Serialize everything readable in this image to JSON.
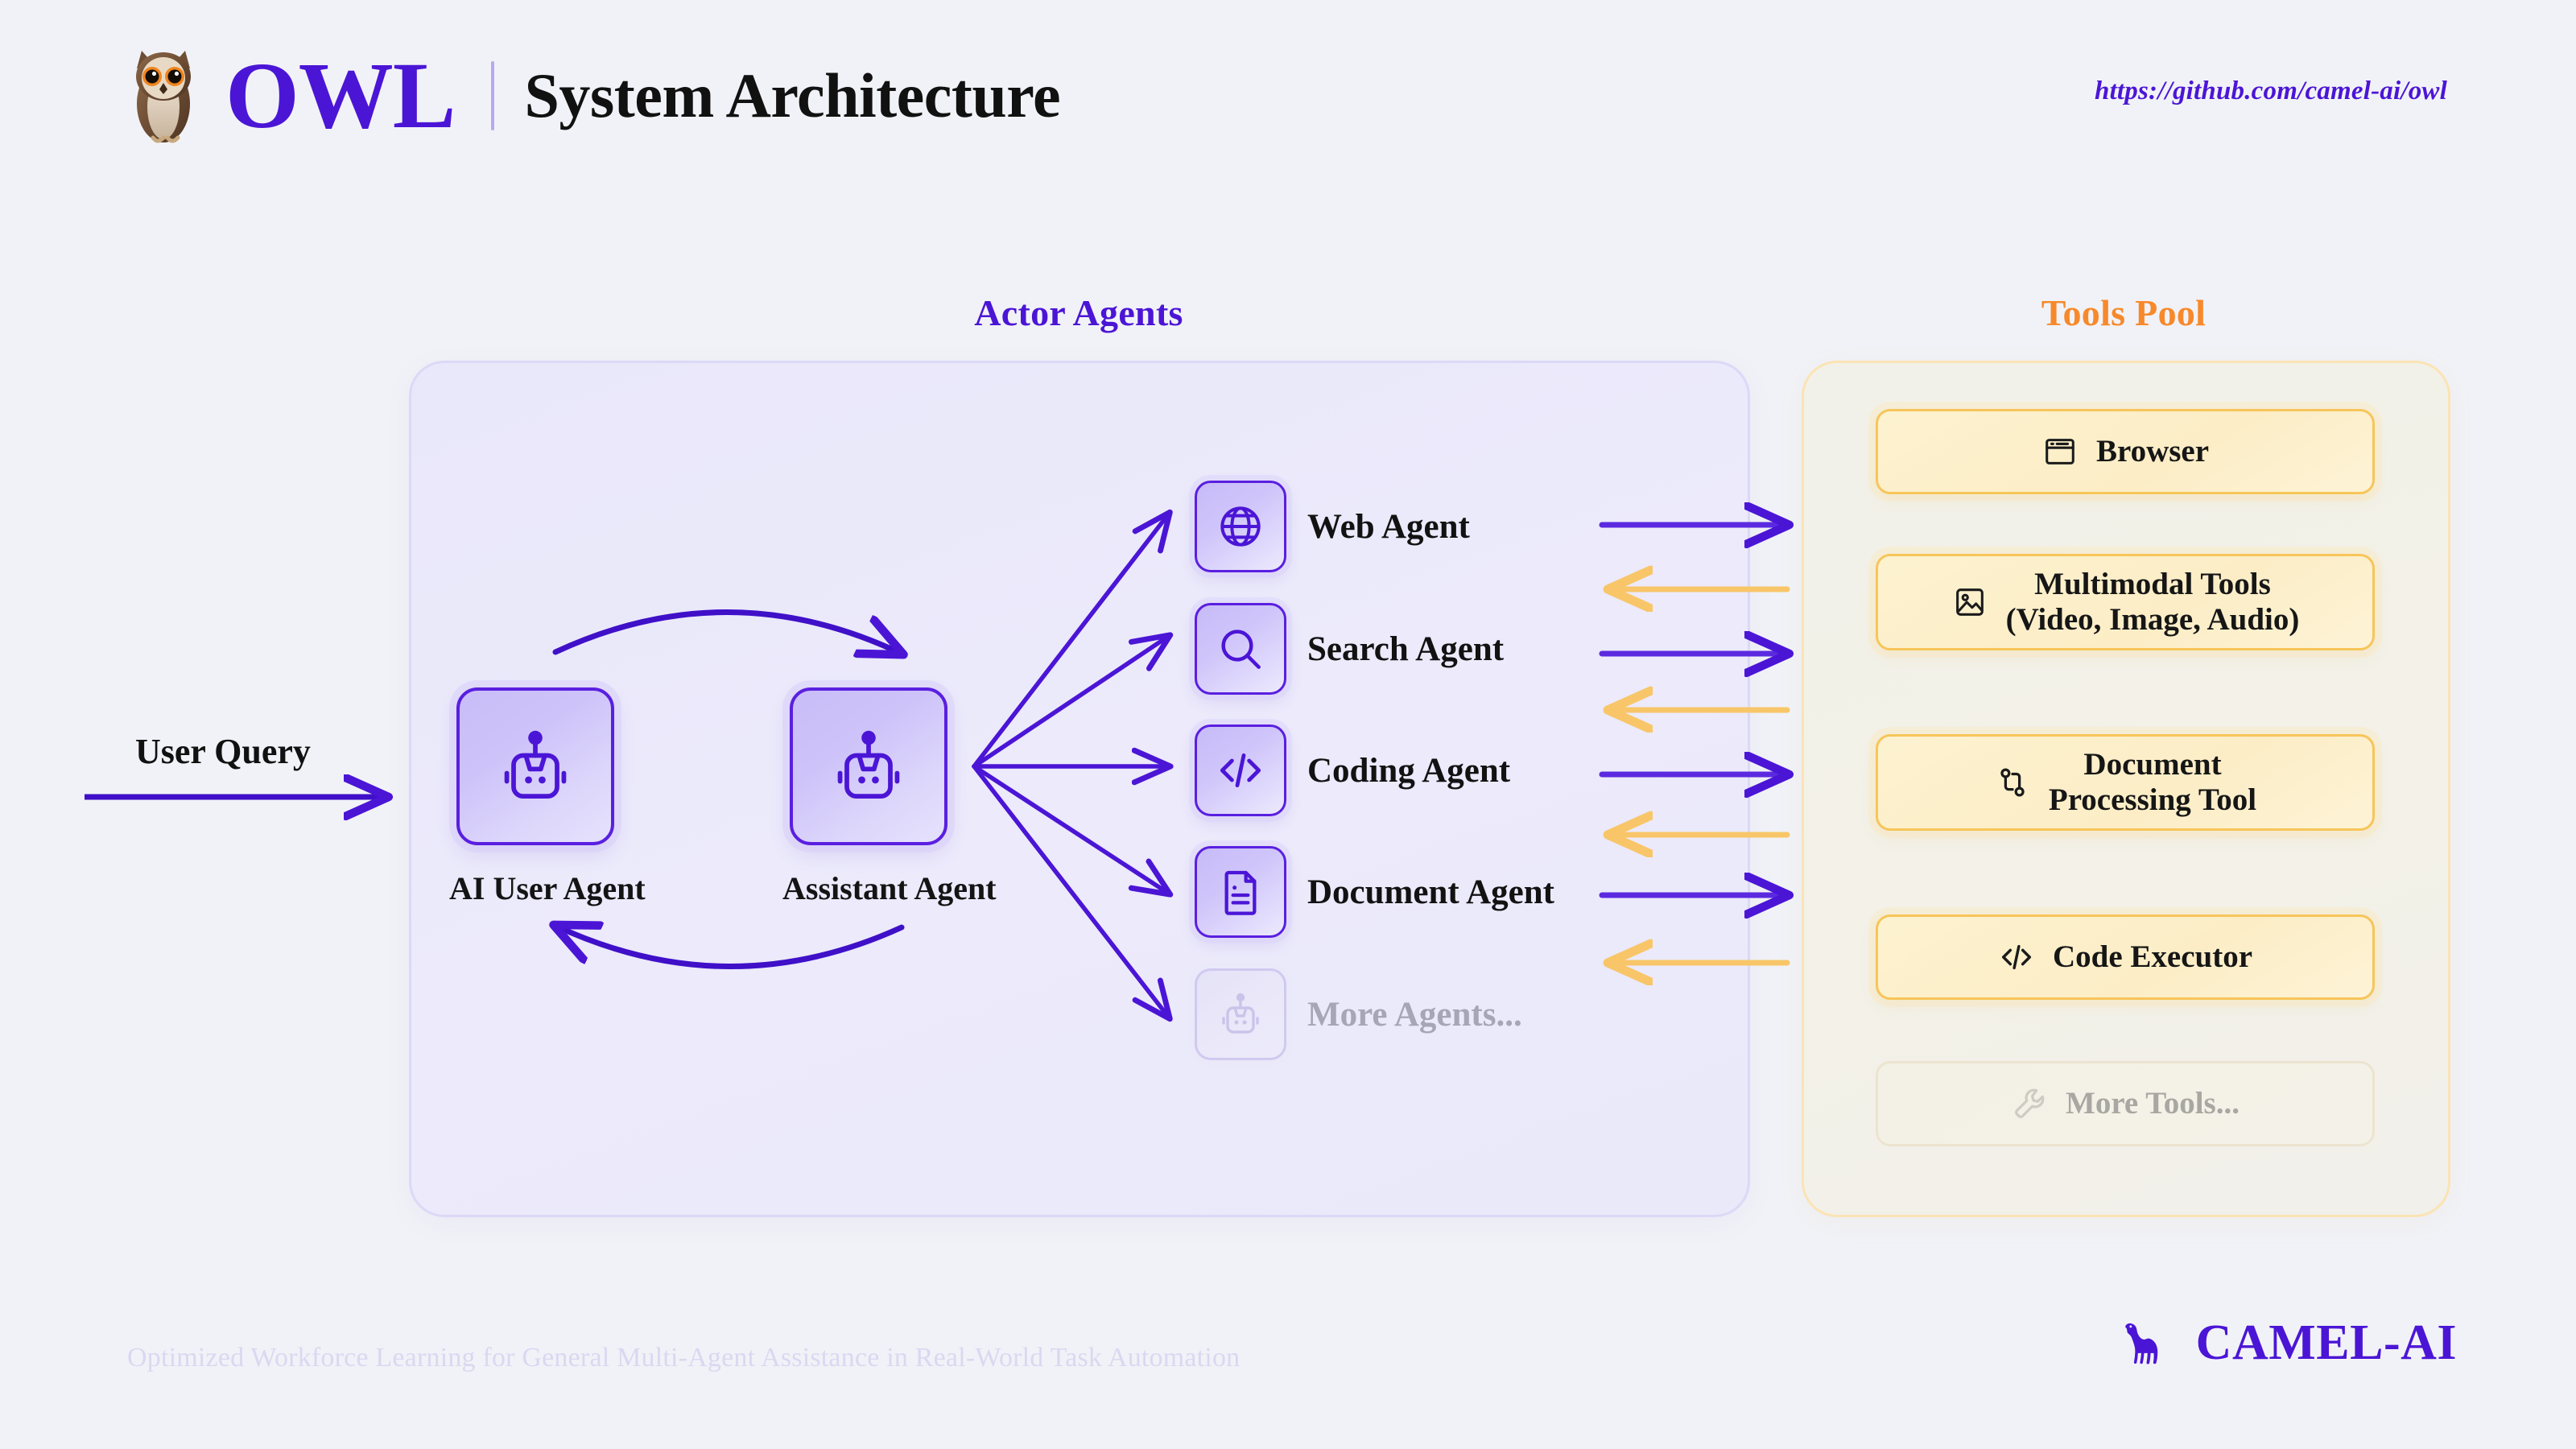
{
  "header": {
    "brand": "OWL",
    "subtitle": "System Architecture",
    "owl_icon": "owl-icon",
    "repo_url": "https://github.com/camel-ai/owl"
  },
  "sections": {
    "actor_agents_title": "Actor Agents",
    "tools_pool_title": "Tools Pool"
  },
  "flow": {
    "user_query_label": "User Query",
    "user_query_arrow": "arrow-right-icon",
    "loop_forward_arrow": "curved-arrow-right-icon",
    "loop_back_arrow": "curved-arrow-left-icon",
    "fanout_arrow": "arrow-right-icon",
    "request_arrow": "arrow-right-icon",
    "response_arrow": "arrow-left-icon"
  },
  "agents": {
    "core": [
      {
        "label": "AI User Agent",
        "icon": "robot-icon"
      },
      {
        "label": "Assistant Agent",
        "icon": "robot-icon"
      }
    ],
    "workers": [
      {
        "label": "Web Agent",
        "icon": "globe-icon",
        "muted": false
      },
      {
        "label": "Search Agent",
        "icon": "search-icon",
        "muted": false
      },
      {
        "label": "Coding Agent",
        "icon": "code-icon",
        "muted": false
      },
      {
        "label": "Document Agent",
        "icon": "document-icon",
        "muted": false
      },
      {
        "label": "More Agents...",
        "icon": "robot-icon",
        "muted": true
      }
    ]
  },
  "tools": [
    {
      "label": "Browser",
      "icon": "browser-window-icon",
      "muted": false
    },
    {
      "label": "Multimodal Tools\n(Video, Image, Audio)",
      "icon": "image-icon",
      "muted": false
    },
    {
      "label": "Document\nProcessing Tool",
      "icon": "git-branch-icon",
      "muted": false
    },
    {
      "label": "Code Executor",
      "icon": "code-icon",
      "muted": false
    },
    {
      "label": "More Tools...",
      "icon": "wrench-icon",
      "muted": true
    }
  ],
  "footer": {
    "tagline": "Optimized Workforce Learning for General Multi-Agent Assistance in Real-World Task Automation",
    "logo_icon": "camel-icon",
    "wordmark": "CAMEL-AI"
  },
  "colors": {
    "background": "#f1f2f7",
    "brand_purple": "#4b15d6",
    "accent_orange": "#f7892b",
    "agent_panel": "#eceafb",
    "tools_panel": "#f3f1e8",
    "tool_card": "#fcedc6",
    "tool_border": "#f7c559",
    "muted_text": "#a8a6b4"
  }
}
